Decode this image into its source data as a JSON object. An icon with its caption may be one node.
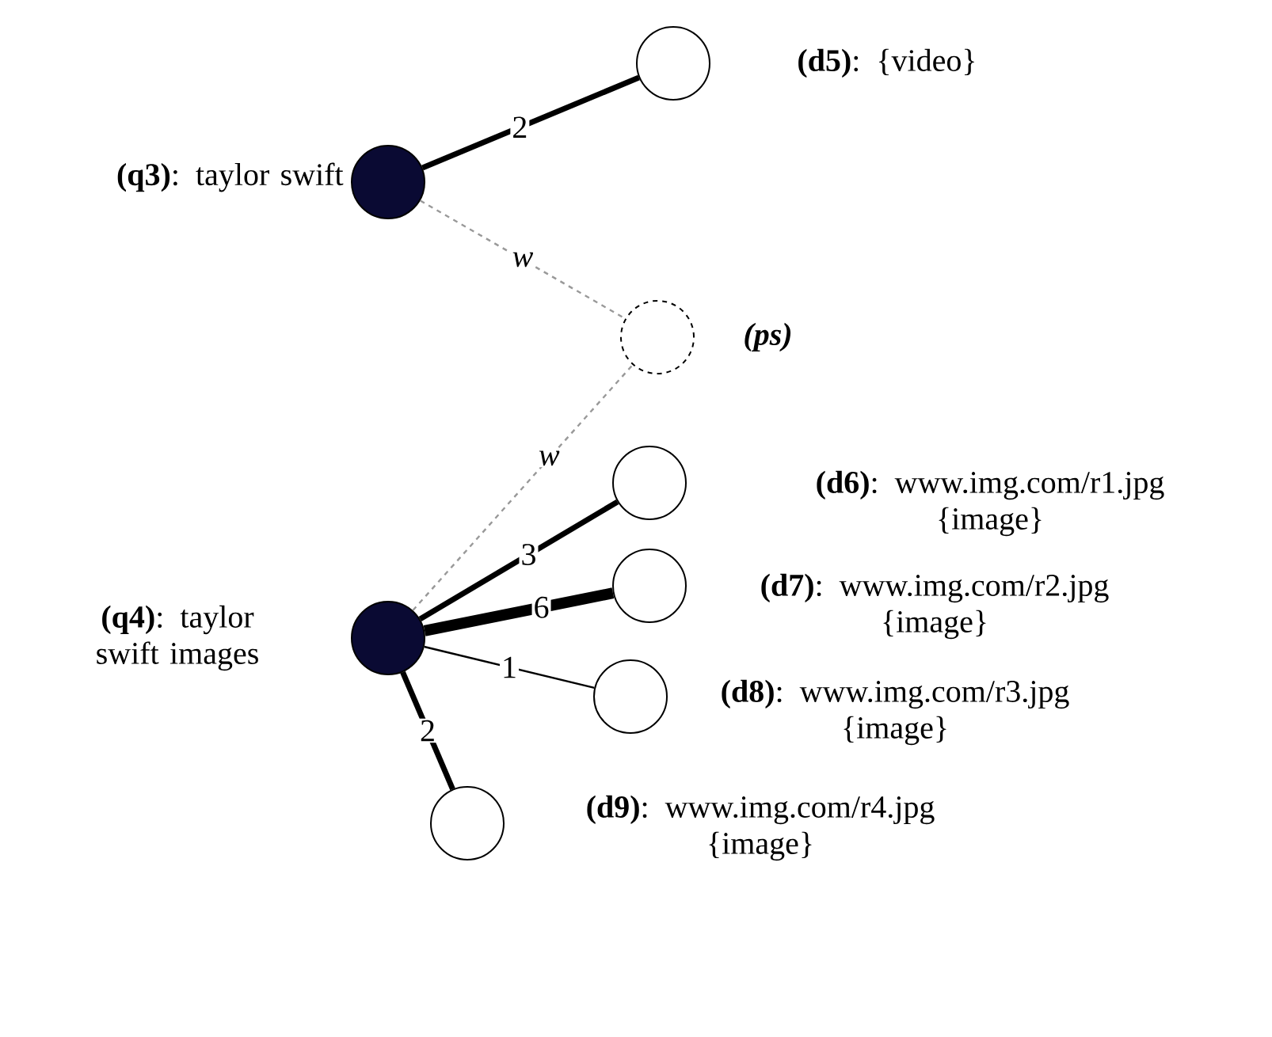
{
  "diagram": {
    "nodes": [
      {
        "text": [
          "**(d5)**: {video}"
        ]
      },
      {
        "text": [
          "**(q3)**: taylor swift"
        ]
      },
      {
        "text": [
          "(ps)"
        ]
      },
      {
        "text": [
          "**(d6)**: www.img.com/r1.jpg {image}"
        ]
      },
      {
        "text": [
          "**(q4)**: taylor swift images"
        ]
      },
      {
        "text": [
          "**(d7)**: www.img.com/r2.jpg {image}"
        ]
      },
      {
        "text": [
          "**(d8)**: www.img.com/r3.jpg {image}"
        ]
      },
      {
        "text": [
          "**(d9)**: www.img.com/r4.jpg {image}"
        ]
      }
    ],
    "edges": [
      {
        "from": 1,
        "to": 0,
        "arrow": "none",
        "label": "2"
      },
      {
        "from": 1,
        "to": 2,
        "arrow": "none",
        "label": "w",
        "style": "dashed",
        "color": "#999999"
      },
      {
        "from": 4,
        "to": 2,
        "arrow": "none",
        "label": "w",
        "style": "dashed",
        "color": "#999999"
      },
      {
        "from": 4,
        "to": 3,
        "arrow": "none",
        "label": "3"
      },
      {
        "from": 4,
        "to": 5,
        "arrow": "none",
        "label": "6",
        "style": "thick"
      },
      {
        "from": 4,
        "to": 6,
        "arrow": "none",
        "label": "1"
      },
      {
        "from": 4,
        "to": 7,
        "arrow": "none",
        "label": "2"
      }
    ]
  }
}
